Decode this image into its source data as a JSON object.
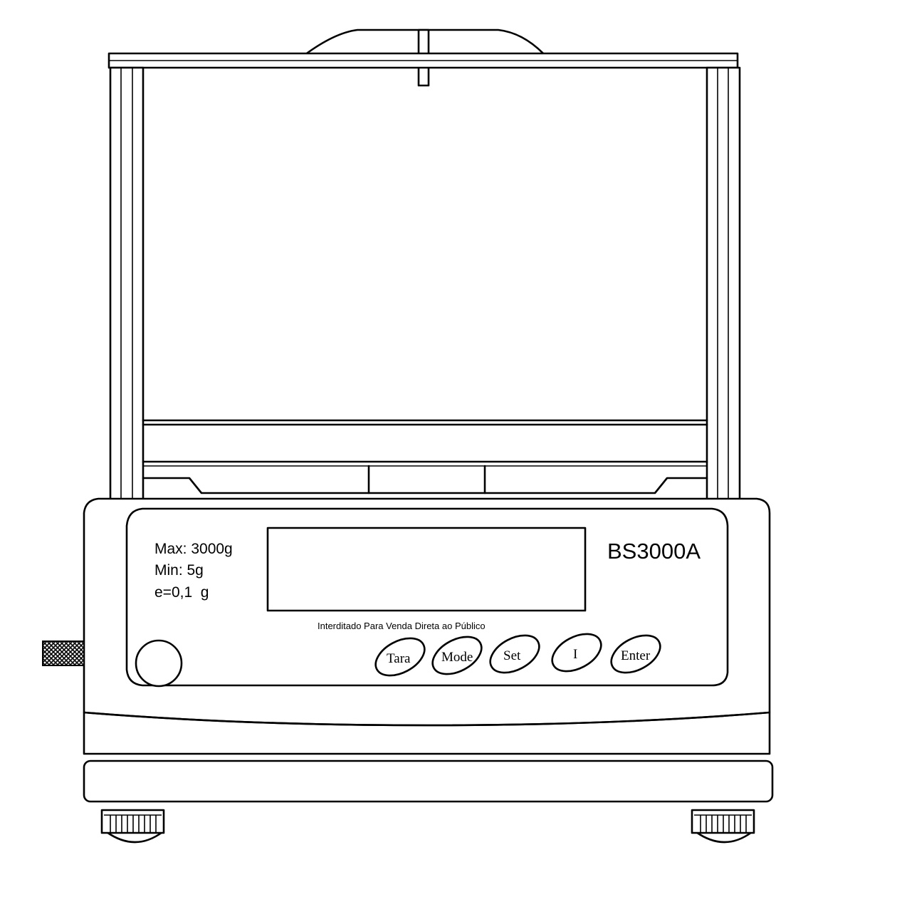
{
  "labels": {
    "max": "Max: 3000g",
    "min": "Min: 5g",
    "e": "e=0,1  g",
    "model": "BS3000A",
    "notice": "Interditado Para Venda Direta ao Público"
  },
  "buttons": {
    "tara": "Tara",
    "mode": "Mode",
    "set": "Set",
    "power": "I",
    "enter": "Enter"
  },
  "colors": {
    "line": "#000000",
    "background": "#ffffff"
  }
}
